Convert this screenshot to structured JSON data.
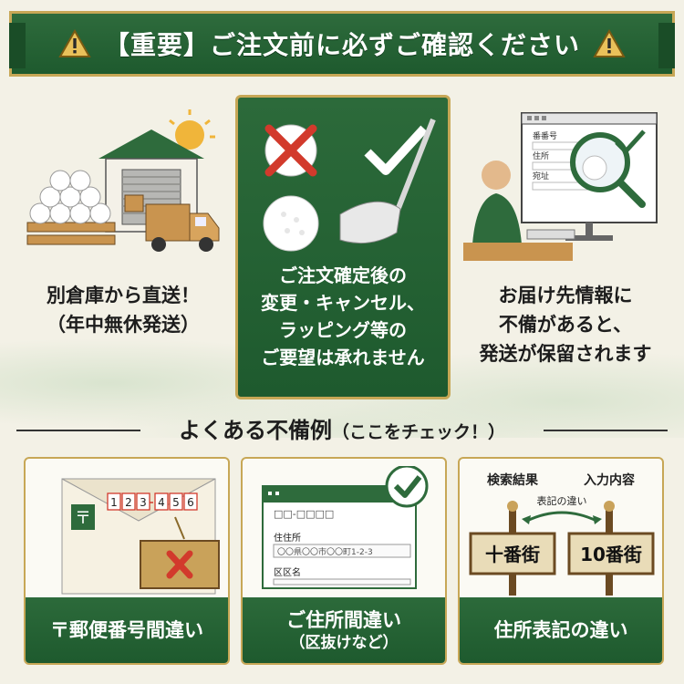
{
  "header": {
    "title": "【重要】ご注文前に必ずご確認ください",
    "accent": "#1e5a2e",
    "gold": "#c7a756",
    "warn_icon": "warning-triangle-icon"
  },
  "columns": [
    {
      "line1": "別倉庫から直送！",
      "line2": "（年中無休発送）",
      "icon": "warehouse-truck-illustration"
    },
    {
      "line1": "ご注文確定後の",
      "line2": "変更・キャンセル、",
      "line3": "ラッピング等の",
      "line4": "ご要望は承れません",
      "icon": "golf-ball-club-illustration"
    },
    {
      "line1": "お届け先情報に",
      "line2": "不備があると、",
      "line3": "発送が保留されます",
      "icon": "address-check-illustration"
    }
  ],
  "address_form": {
    "field1": "番番号",
    "field2": "住所",
    "field3": "宛址"
  },
  "section": {
    "title": "よくある不備例",
    "subtitle": "（ここをチェック！）"
  },
  "cards": [
    {
      "label": "〒郵便番号間違い",
      "icon": "postal-envelope-illustration",
      "postal_digits": [
        "1",
        "2",
        "3",
        "4",
        "5",
        "6"
      ],
      "postal_mark": "〒"
    },
    {
      "label": "ご住所間違い",
      "sublabel": "（区抜けなど）",
      "icon": "address-form-illustration",
      "form_label_addr": "住住所",
      "form_value_addr": "〇〇県〇〇市〇〇町1-2-3",
      "form_label_ward": "区区名",
      "form_title": "□□-□□□□"
    },
    {
      "label": "住所表記の違い",
      "icon": "signpost-illustration",
      "left_heading": "検索結果",
      "right_heading": "入力内容",
      "arrow_text": "表記の違い",
      "left_sign": "十番街",
      "right_sign": "10番街"
    }
  ]
}
